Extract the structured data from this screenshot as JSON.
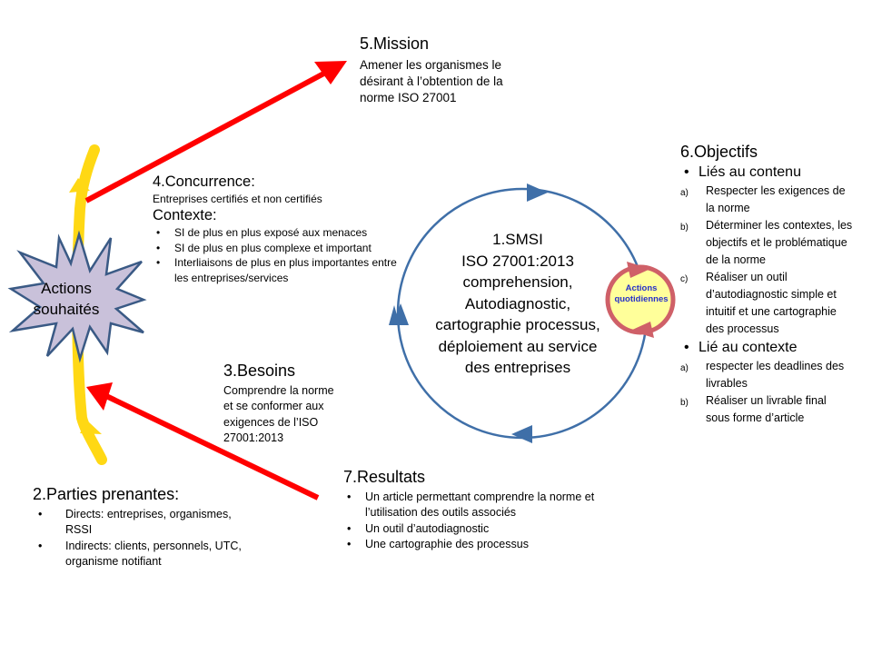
{
  "colors": {
    "red_arrow": "#ff0000",
    "yellow_arrow": "#ffd814",
    "cycle_blue": "#3f6fa8",
    "star_fill": "#c9c1da",
    "star_stroke": "#3a5a85",
    "daily_ring": "#cf6068",
    "daily_fill": "#ffff9a",
    "daily_text": "#2630c9"
  },
  "center": {
    "lines": [
      "1.SMSI",
      "ISO 27001:2013",
      "comprehension,",
      "Autodiagnostic,",
      "cartographie processus,",
      "déploiement au service",
      "des entreprises"
    ]
  },
  "star": {
    "lines": [
      "Actions",
      "souhaités"
    ]
  },
  "daily_actions": {
    "lines": [
      "Actions",
      "quotidiennes"
    ]
  },
  "mission": {
    "title": "5.Mission",
    "lines": [
      "Amener  les organismes le",
      "désirant à l’obtention  de la",
      "norme  ISO 27001"
    ]
  },
  "concurrence": {
    "title": "4.Concurrence:",
    "subtitle": "Entreprises certifiés et non certifiés",
    "context_title": "Contexte:",
    "bullets": [
      "SI de plus en plus exposé aux menaces",
      "SI de plus en plus complexe et important",
      "Interliaisons de plus en plus importantes entre les  entreprises/services"
    ]
  },
  "besoins": {
    "title": "3.Besoins",
    "lines": [
      "Comprendre  la norme",
      "et se conformer  aux",
      "exigences de l’ISO",
      "27001:2013"
    ]
  },
  "parties": {
    "title": "2.Parties prenantes:",
    "bullets": [
      "Directs: entreprises, organismes, RSSI",
      "Indirects: clients, personnels, UTC, organisme notifiant"
    ]
  },
  "resultats": {
    "title": "7.Resultats",
    "bullets": [
      "Un article permettant  comprendre  la norme et l’utilisation des outils associés",
      "Un outil d’autodiagnostic",
      "Une  cartographie des processus"
    ]
  },
  "objectifs": {
    "title": "6.Objectifs",
    "groups": [
      {
        "label": "Liés au contenu",
        "items": [
          {
            "marker": "a)",
            "text": "Respecter les exigences de la norme"
          },
          {
            "marker": "b)",
            "text": "Déterminer  les contextes, les objectifs et  le problématique  de la norme"
          },
          {
            "marker": "c)",
            "text": "Réaliser  un outil d’autodiagnostic  simple et intuitif et une cartographie des processus"
          }
        ]
      },
      {
        "label": "Lié au contexte",
        "items": [
          {
            "marker": "a)",
            "text": "respecter les deadlines des livrables"
          },
          {
            "marker": "b)",
            "text": "Réaliser un livrable final sous forme d’article"
          }
        ]
      }
    ]
  }
}
